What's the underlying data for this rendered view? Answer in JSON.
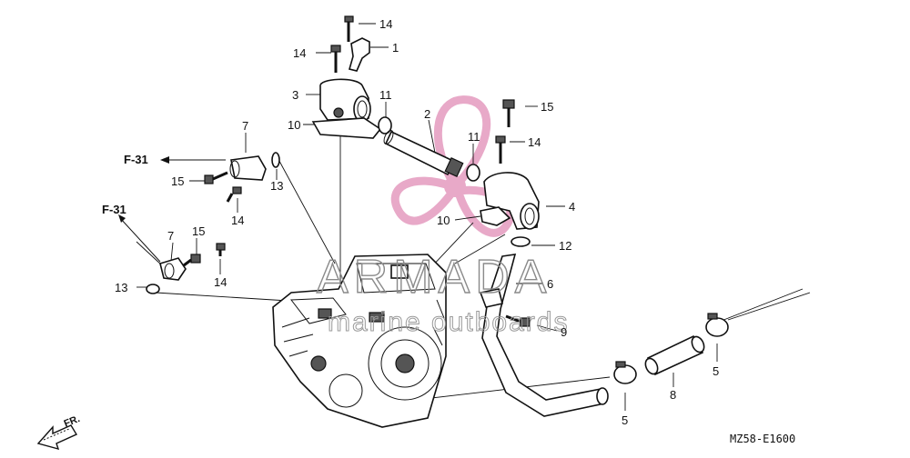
{
  "callouts": {
    "c14_top": "14",
    "c14_left": "14",
    "c1": "1",
    "c3": "3",
    "c10_left": "10",
    "c11_left": "11",
    "c2": "2",
    "c11_mid": "11",
    "c15_right": "15",
    "c14_right": "14",
    "c7_top": "7",
    "c15_left": "15",
    "c13_upper": "13",
    "c14_mid": "14",
    "c4": "4",
    "c10_right": "10",
    "c12": "12",
    "c7_low": "7",
    "c15_low": "15",
    "c14_low": "14",
    "c13_low": "13",
    "c6": "6",
    "c9": "9",
    "c5_right": "5",
    "c8": "8",
    "c5_low": "5"
  },
  "refs": {
    "f31_upper": "F-31",
    "f31_lower": "F-31"
  },
  "direction_label": "FR.",
  "diagram_code": "MZ58-E1600",
  "watermark": {
    "line1": "ARMADA",
    "line2": "marine outboards",
    "logo_color": "#e8a9c8"
  }
}
